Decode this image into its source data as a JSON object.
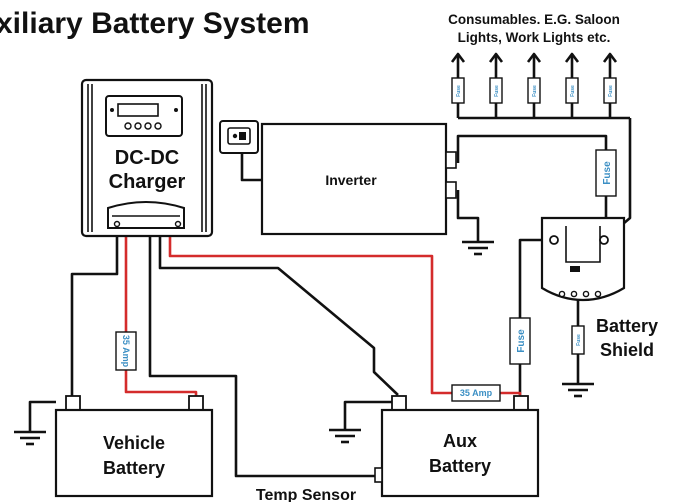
{
  "title": "xiliary Battery System",
  "consumables": {
    "line1": "Consumables. E.G. Saloon",
    "line2": "Lights, Work Lights etc."
  },
  "charger": {
    "line1": "DC-DC",
    "line2": "Charger"
  },
  "inverter": "Inverter",
  "vehicle_battery": {
    "line1": "Vehicle",
    "line2": "Battery"
  },
  "aux_battery": {
    "line1": "Aux",
    "line2": "Battery"
  },
  "battery_shield": {
    "line1": "Battery",
    "line2": "Shield"
  },
  "temp_sensor": "Temp Sensor",
  "fuses": {
    "charger_fuse": "35 Amp",
    "aux_fuse": "35 Amp",
    "inverter_fuse": "Fuse",
    "aux_feed_fuse": "Fuse",
    "shield_ground_fuse": "Fuse",
    "consumable_fuse": "Fuse"
  },
  "colors": {
    "positive_wire": "#d42b2b",
    "fuse_text": "#3b8fc4",
    "line": "#111111"
  }
}
